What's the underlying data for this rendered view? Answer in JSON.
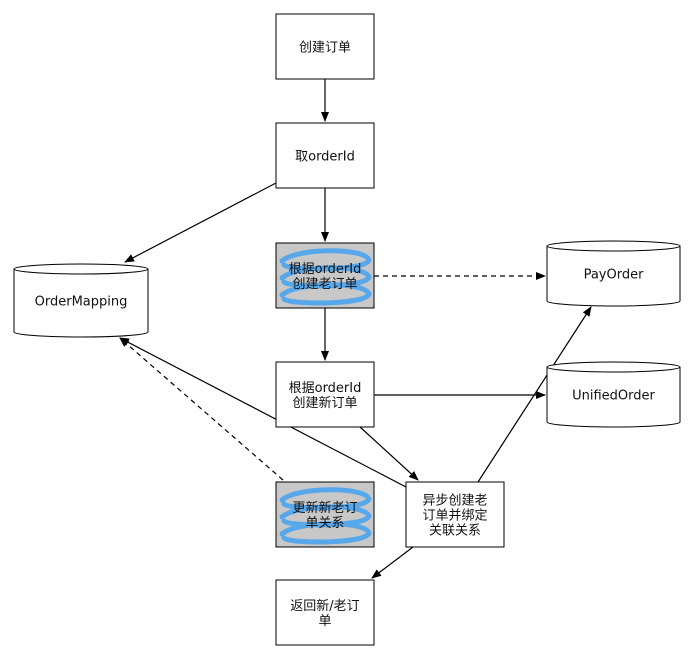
{
  "diagram": {
    "nodes": [
      {
        "id": "create-order",
        "shape": "process",
        "lines": [
          "创建订单"
        ]
      },
      {
        "id": "get-order-id",
        "shape": "process",
        "lines": [
          "取orderId"
        ]
      },
      {
        "id": "create-old-order",
        "shape": "process-highlighted",
        "lines": [
          "根据orderId",
          "创建老订单"
        ]
      },
      {
        "id": "create-new-order",
        "shape": "process",
        "lines": [
          "根据orderId",
          "创建新订单"
        ]
      },
      {
        "id": "update-relation",
        "shape": "process-highlighted",
        "lines": [
          "更新新老订",
          "单关系"
        ]
      },
      {
        "id": "async-create",
        "shape": "process",
        "lines": [
          "异步创建老",
          "订单并绑定",
          "关联关系"
        ]
      },
      {
        "id": "return-order",
        "shape": "process",
        "lines": [
          "返回新/老订",
          "单"
        ]
      },
      {
        "id": "order-mapping",
        "shape": "database",
        "lines": [
          "OrderMapping"
        ]
      },
      {
        "id": "pay-order",
        "shape": "database",
        "lines": [
          "PayOrder"
        ]
      },
      {
        "id": "unified-order",
        "shape": "database",
        "lines": [
          "UnifiedOrder"
        ]
      }
    ],
    "edges": [
      {
        "from": "create-order",
        "to": "get-order-id",
        "style": "solid"
      },
      {
        "from": "get-order-id",
        "to": "create-old-order",
        "style": "solid"
      },
      {
        "from": "get-order-id",
        "to": "order-mapping",
        "style": "solid"
      },
      {
        "from": "create-old-order",
        "to": "pay-order",
        "style": "dashed"
      },
      {
        "from": "create-old-order",
        "to": "create-new-order",
        "style": "solid"
      },
      {
        "from": "create-new-order",
        "to": "unified-order",
        "style": "solid"
      },
      {
        "from": "create-new-order",
        "to": "async-create",
        "style": "solid"
      },
      {
        "from": "async-create",
        "to": "order-mapping",
        "style": "solid"
      },
      {
        "from": "async-create",
        "to": "pay-order",
        "style": "solid"
      },
      {
        "from": "async-create",
        "to": "return-order",
        "style": "solid"
      },
      {
        "from": "update-relation",
        "to": "order-mapping",
        "style": "dashed"
      }
    ],
    "colors": {
      "stroke": "#000000",
      "highlight_fill": "#c8c8c8",
      "scribble": "#4aa3ee"
    }
  }
}
